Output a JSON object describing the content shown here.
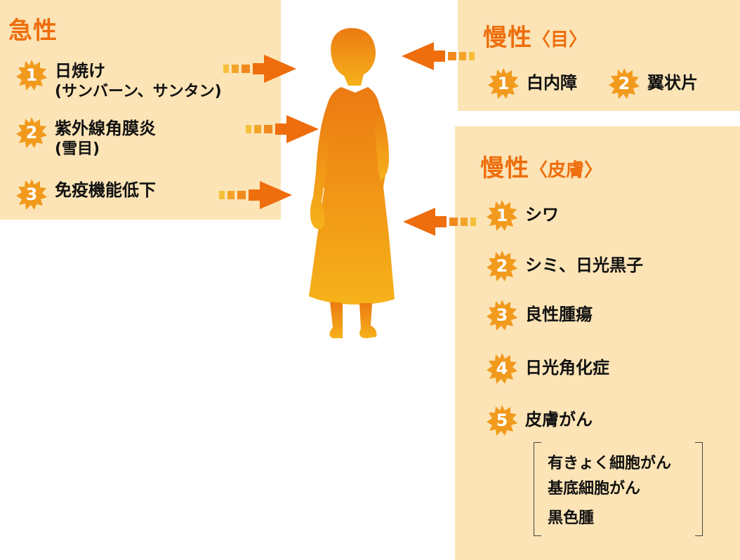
{
  "acute": {
    "title": "急性",
    "items": [
      {
        "num": "1",
        "line1": "日焼け",
        "line2": "(サンバーン、サンタン)"
      },
      {
        "num": "2",
        "line1": "紫外線角膜炎",
        "line2": "(雪目)"
      },
      {
        "num": "3",
        "line1": "免疫機能低下",
        "line2": ""
      }
    ]
  },
  "chronic_eye": {
    "title": "慢性",
    "subtitle": "〈目〉",
    "items": [
      {
        "num": "1",
        "label": "白内障"
      },
      {
        "num": "2",
        "label": "翼状片"
      }
    ]
  },
  "chronic_skin": {
    "title": "慢性",
    "subtitle": "〈皮膚〉",
    "items": [
      {
        "num": "1",
        "label": "シワ"
      },
      {
        "num": "2",
        "label": "シミ、日光黒子"
      },
      {
        "num": "3",
        "label": "良性腫瘍"
      },
      {
        "num": "4",
        "label": "日光角化症"
      },
      {
        "num": "5",
        "label": "皮膚がん"
      }
    ],
    "cancers": [
      "有きょく細胞がん",
      "基底細胞がん",
      "黒色腫"
    ]
  },
  "colors": {
    "panel": "#fce4b6",
    "accent": "#ee6d0c",
    "badge": "#f29a1d",
    "silhouette_top": "#ec7a12",
    "silhouette_bottom": "#f6b21a"
  }
}
